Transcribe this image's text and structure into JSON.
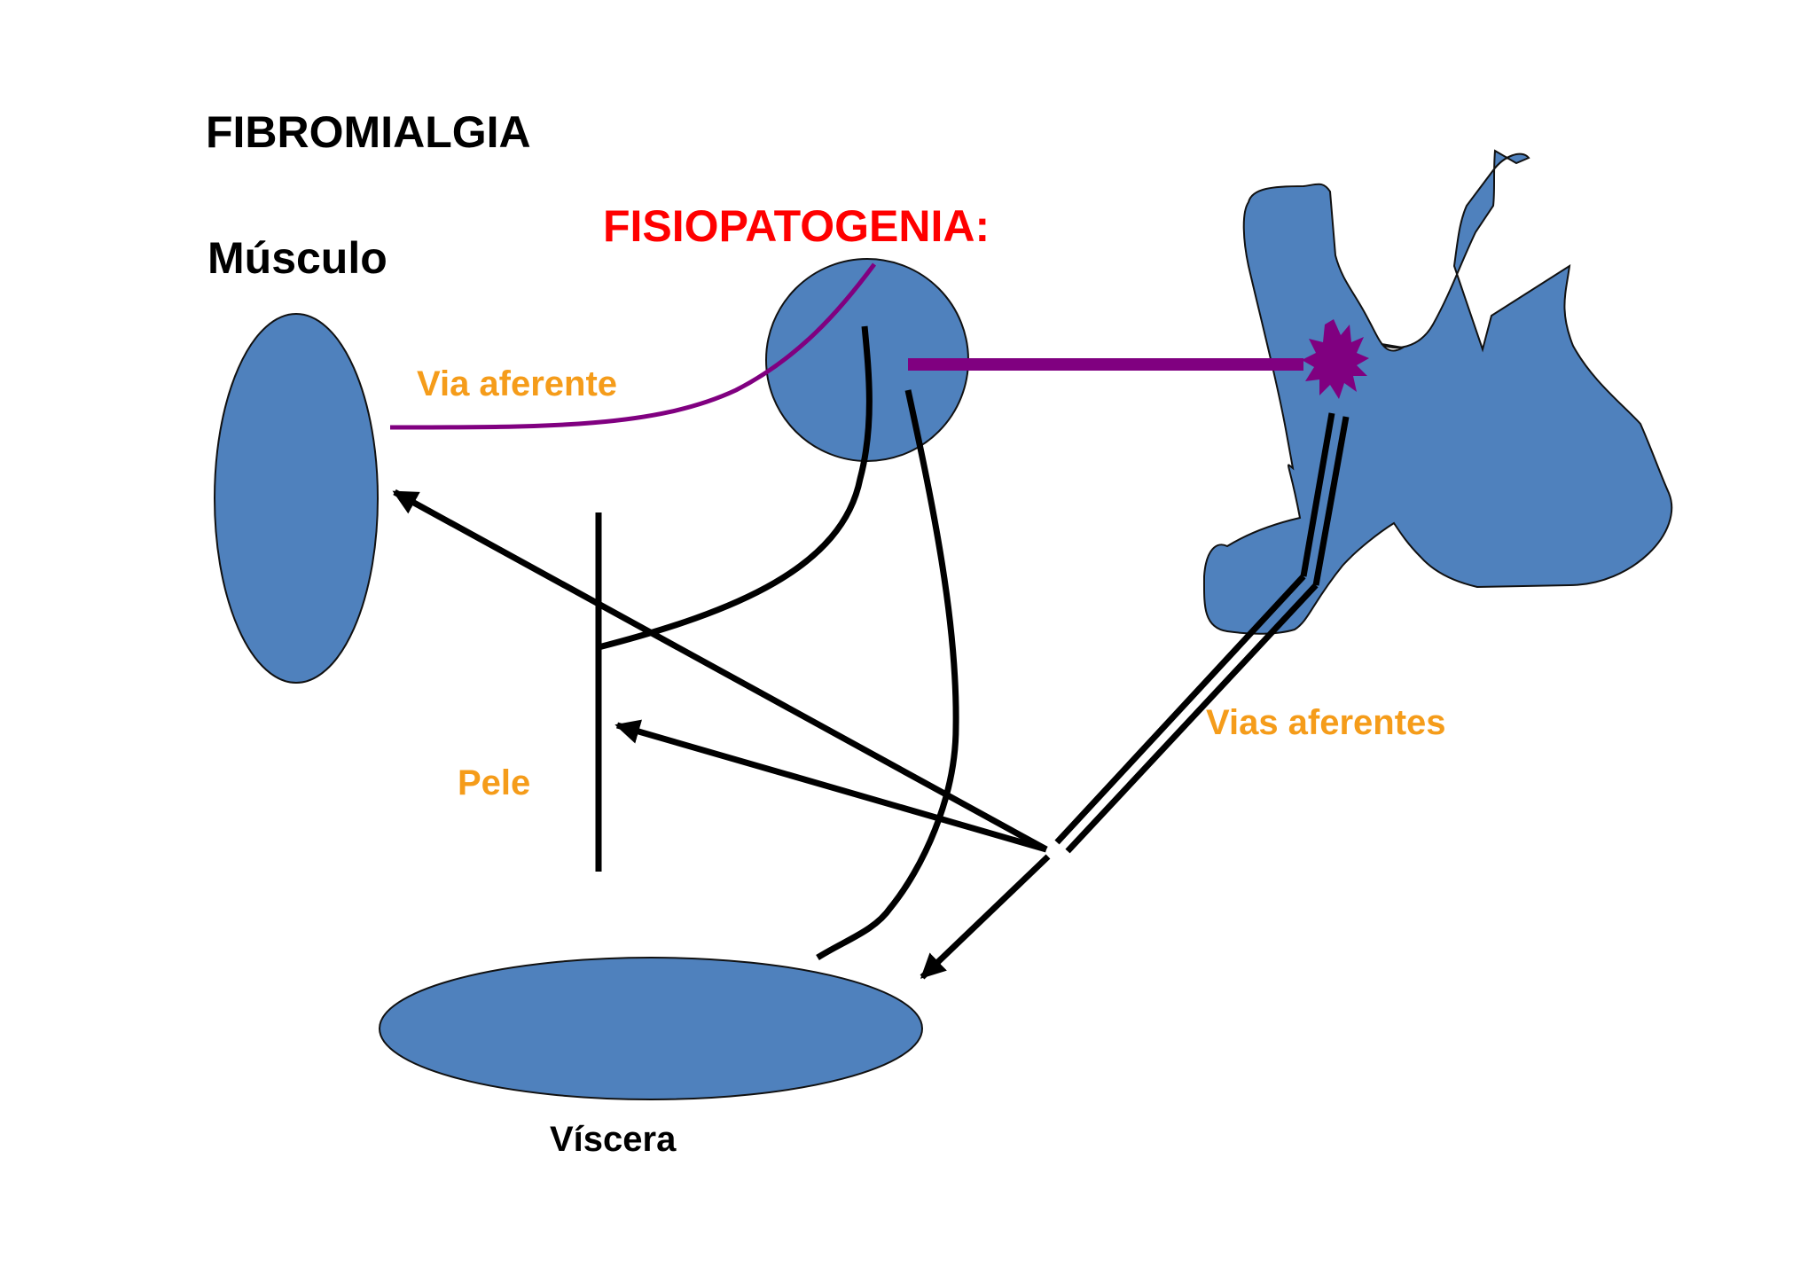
{
  "labels": {
    "heading": "FIBROMIALGIA",
    "subheading": "FISIOPATOGENIA:",
    "muscle": "Músculo",
    "afferent_path": "Via aferente",
    "afferent_paths": "Vias aferentes",
    "skin": "Pele",
    "viscera": "Víscera"
  },
  "colors": {
    "background": "#ffffff",
    "shape_fill": "#4f81bd",
    "pathway": "#800080",
    "nerve": "#000000",
    "heading": "#000000",
    "subheading": "#ff0000",
    "label_orange": "#f59c1a"
  }
}
